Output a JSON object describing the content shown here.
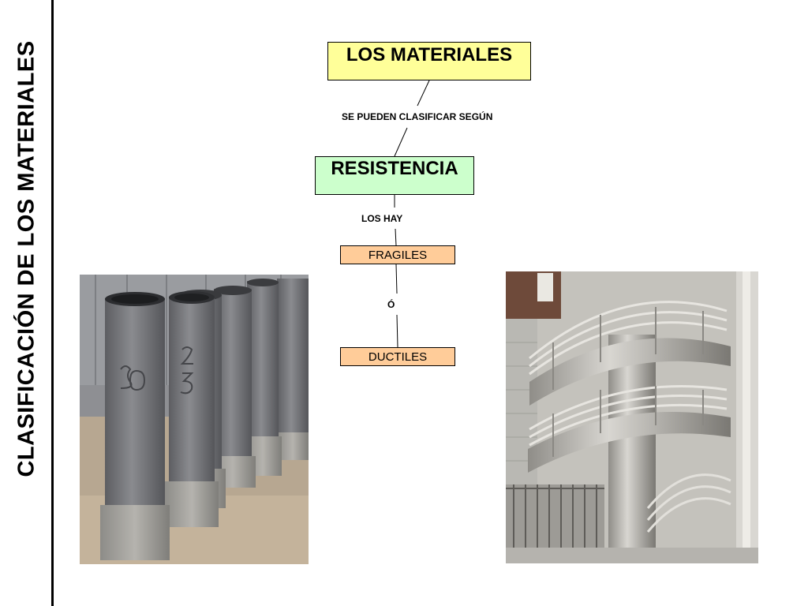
{
  "slide": {
    "side_title": "CLASIFICACIÓN DE LOS MATERIALES"
  },
  "concept_map": {
    "root": "LOS MATERIALES",
    "link_1": "SE PUEDEN CLASIFICAR SEGÚN",
    "criterion": "RESISTENCIA",
    "link_2": "LOS HAY",
    "type_1": "FRAGILES",
    "link_3": "Ó",
    "type_2": "DUCTILES"
  },
  "colors": {
    "root_fill": "#ffff99",
    "criterion_fill": "#ccffcc",
    "type_fill": "#ffcc99"
  },
  "images": {
    "left": "concrete-pipes-photo",
    "right": "steel-spiral-staircase-photo"
  }
}
